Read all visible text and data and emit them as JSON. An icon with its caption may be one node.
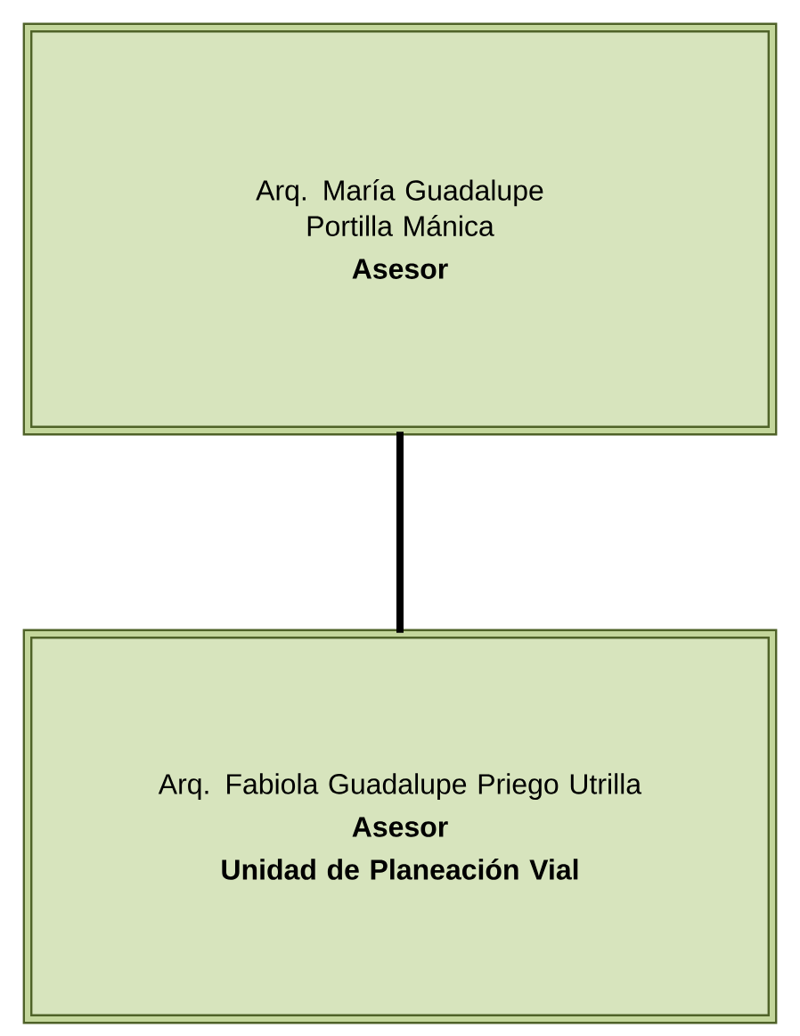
{
  "diagram": {
    "nodes": [
      {
        "text": [
          "Arq. María Guadalupe Portilla Mánica",
          "Asesor"
        ]
      },
      {
        "text": [
          "Arq. Fabiola Guadalupe Priego Utrilla",
          "Asesor",
          "Unidad de Planeación Vial"
        ]
      }
    ],
    "edges": [
      {
        "from": 0,
        "to": 1,
        "arrow": "none"
      }
    ]
  }
}
